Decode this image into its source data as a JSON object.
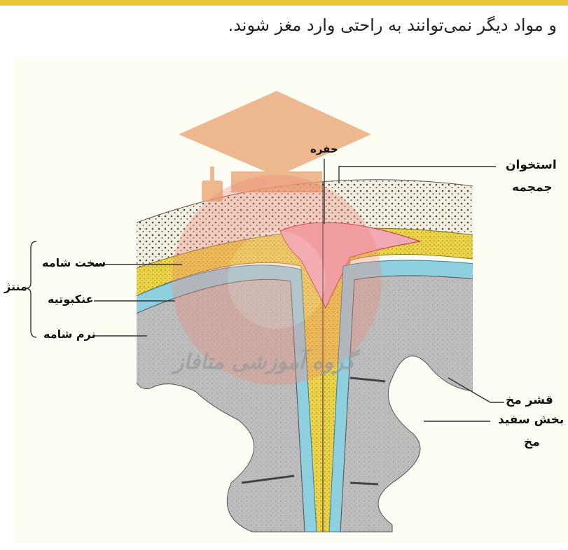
{
  "caption": "و مواد دیگر نمی‌توانند به راحتی وارد مغز شوند.",
  "labels": {
    "hofre": "حفره",
    "skull_line1": "استخوان",
    "skull_line2": "جمجمه",
    "dura": "سخت شامه",
    "arachnoid": "عنکبوتیه",
    "pia": "نرم شامه",
    "meninges": "منتژ",
    "cortex": "قشر مخ",
    "white_line1": "بخش سفید",
    "white_line2": "مخ"
  },
  "watermark": "گروه آموزشی متافاز",
  "colors": {
    "bone": "#f3efe0",
    "dura": "#ecd54a",
    "arachnoid": "#8ecfe0",
    "brain": "#bdbdbd",
    "sinus": "#f2a9b6",
    "watermark_cap": "#e8a16c",
    "watermark_circle": "#f08a7a",
    "top_strip": "#e9c53a"
  },
  "icons": [
    "graduation-cap-icon",
    "watermark-circle-icon"
  ]
}
